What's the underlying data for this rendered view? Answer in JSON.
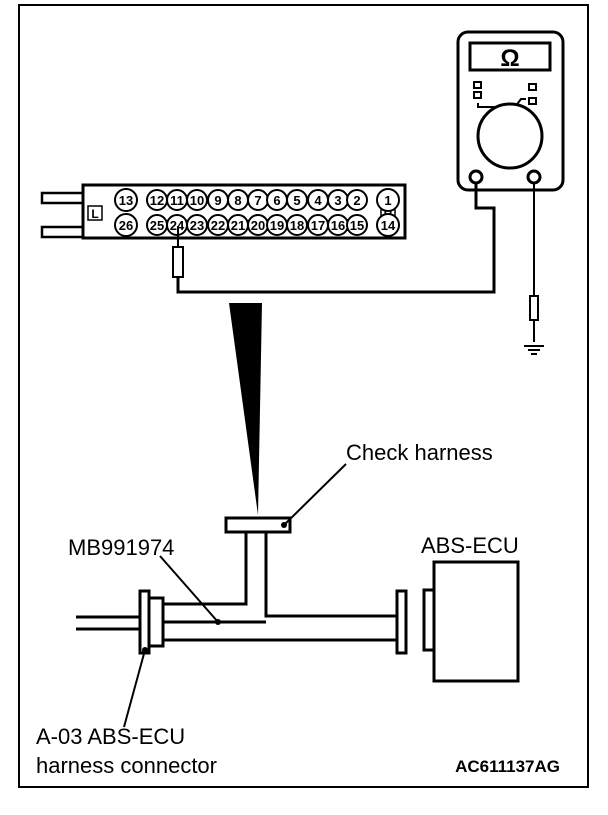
{
  "labels": {
    "check_harness": "Check harness",
    "tool": "MB991974",
    "ecu": "ABS-ECU",
    "connector_line1": "A-03 ABS-ECU",
    "connector_line2": "harness connector",
    "figure_code": "AC611137AG"
  },
  "meter": {
    "symbol": "Ω"
  },
  "check_harness_connector": {
    "side_left": "L",
    "side_right": "R",
    "top_pins": [
      "13",
      "12",
      "11",
      "10",
      "9",
      "8",
      "7",
      "6",
      "5",
      "4",
      "3",
      "2",
      "1"
    ],
    "bottom_pins": [
      "26",
      "25",
      "24",
      "23",
      "22",
      "21",
      "20",
      "19",
      "18",
      "17",
      "16",
      "15",
      "14"
    ]
  }
}
